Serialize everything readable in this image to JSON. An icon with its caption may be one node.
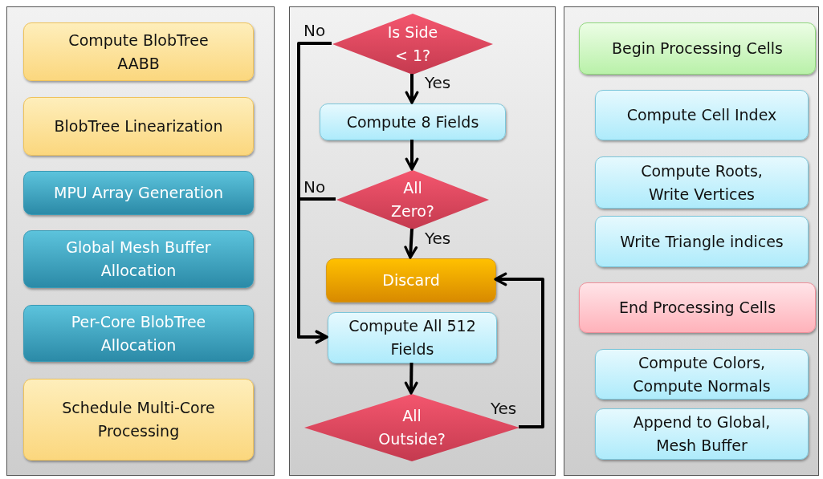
{
  "diagram": {
    "nodes": [
      {
        "text": [],
        "shape": "box"
      },
      {
        "text": [],
        "shape": "box"
      },
      {
        "text": [],
        "shape": "box"
      },
      {
        "text": [
          "Compute BlobTree AABB"
        ],
        "in": 0
      },
      {
        "text": [
          "BlobTree Linearization"
        ],
        "in": 0
      },
      {
        "text": [
          "MPU Array Generation"
        ],
        "in": 0
      },
      {
        "text": [
          "Global Mesh Buffer Allocation"
        ],
        "in": 0
      },
      {
        "text": [
          "Per-Core BlobTree Allocation"
        ],
        "in": 0
      },
      {
        "text": [
          "Schedule Multi-Core Processing"
        ],
        "in": 0
      },
      {
        "text": [
          "Is Side < 1?"
        ],
        "in": 1
      },
      {
        "text": [
          "Compute 8 Fields"
        ],
        "in": 1
      },
      {
        "text": [
          "All Zero?"
        ],
        "in": 1
      },
      {
        "text": [
          "Discard"
        ],
        "in": 1
      },
      {
        "text": [
          "Compute All 512 Fields"
        ],
        "in": 1
      },
      {
        "text": [
          "All Outside?"
        ],
        "in": 1
      },
      {
        "text": [
          "Begin Processing Cells"
        ],
        "in": 2
      },
      {
        "text": [
          "Compute Cell Index"
        ],
        "in": 2
      },
      {
        "text": [
          "Compute Roots, Write Vertices"
        ],
        "in": 2
      },
      {
        "text": [
          "Write Triangle indices"
        ],
        "in": 2
      },
      {
        "text": [
          "End Processing Cells"
        ],
        "in": 2
      },
      {
        "text": [
          "Compute Colors, Compute Normals"
        ],
        "in": 2
      },
      {
        "text": [
          "Append to Global, Mesh Buffer"
        ],
        "in": 2
      }
    ],
    "edges": [
      {
        "from": 9,
        "to": 10,
        "arrow": "to",
        "label": "Yes"
      },
      {
        "from": 10,
        "to": 11,
        "arrow": "to"
      },
      {
        "from": 11,
        "to": 12,
        "arrow": "to",
        "label": "Yes"
      },
      {
        "from": 9,
        "to": 13,
        "arrow": "to",
        "label": "No"
      },
      {
        "from": 11,
        "to": 13,
        "arrow": "to",
        "label": "No"
      },
      {
        "from": 13,
        "to": 14,
        "arrow": "to"
      },
      {
        "from": 14,
        "to": 12,
        "arrow": "to",
        "label": "Yes"
      }
    ]
  }
}
